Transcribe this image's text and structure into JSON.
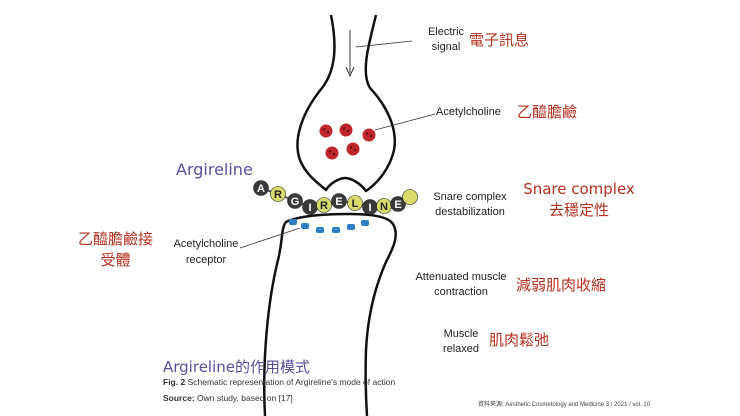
{
  "labels": {
    "electric_signal_en": [
      "Electric",
      "signal"
    ],
    "electric_signal_zh": "電子訊息",
    "acetylcholine_en": "Acetylcholine",
    "acetylcholine_zh": "乙醯膽鹼",
    "argireline_title": "Argireline",
    "snare_en": [
      "Snare complex",
      "destabilization"
    ],
    "snare_zh_line1": "Snare complex",
    "snare_zh_line2": "去穩定性",
    "receptor_zh": [
      "乙醯膽鹼接",
      "受體"
    ],
    "receptor_en": [
      "Acetylcholine",
      "receptor"
    ],
    "attenuated_en": [
      "Attenuated muscle",
      "contraction"
    ],
    "attenuated_zh": "減弱肌肉收縮",
    "relaxed_en": [
      "Muscle",
      "relaxed"
    ],
    "relaxed_zh": "肌肉鬆弛",
    "mode_title": "Argireline的作用模式"
  },
  "peptide_letters": [
    "A",
    "R",
    "G",
    "I",
    "R",
    "E",
    "L",
    "I",
    "N",
    "E"
  ],
  "caption": {
    "fig_label": "Fig. 2",
    "fig_text": " Schematic representation of Argireline's mode of action",
    "source_label": "Source:",
    "source_text": " Own study, based on [17]"
  },
  "source_note": "資料來源: Aesthetic Cosmetology and Medicine 3 / 2021 / vol. 10",
  "colors": {
    "label_red": "#b5301f",
    "argireline_purple": "#5a4f9c",
    "vesicle_red": "#c0272d",
    "bead_gray": "#3a3a3a",
    "bead_yellow": "#d9dc6a",
    "receptor_blue": "#2f7fc6"
  }
}
